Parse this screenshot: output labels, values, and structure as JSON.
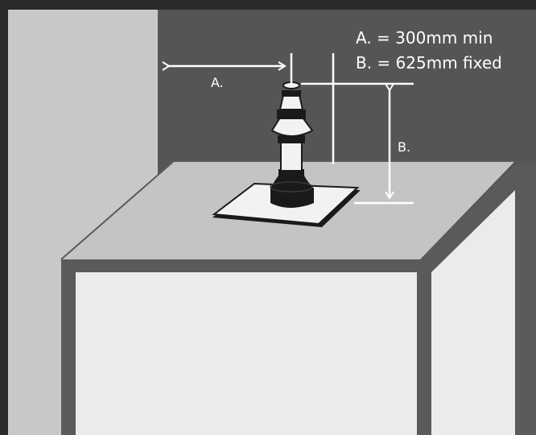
{
  "legend": {
    "line_a": "A. = 300mm min",
    "line_b": "B. = 625mm fixed"
  },
  "dimensions": {
    "a_label": "A.",
    "b_label": "B."
  },
  "colors": {
    "frame": "#2a2a2a",
    "wall_back": "#555555",
    "wall_left": "#c8c8c8",
    "roof_top": "#c4c4c4",
    "box_front": "#ebebeb",
    "box_edge": "#5a5a5a",
    "flue_dark": "#1a1a1a",
    "flue_light": "#f2f2f2",
    "annotation": "#ffffff"
  }
}
